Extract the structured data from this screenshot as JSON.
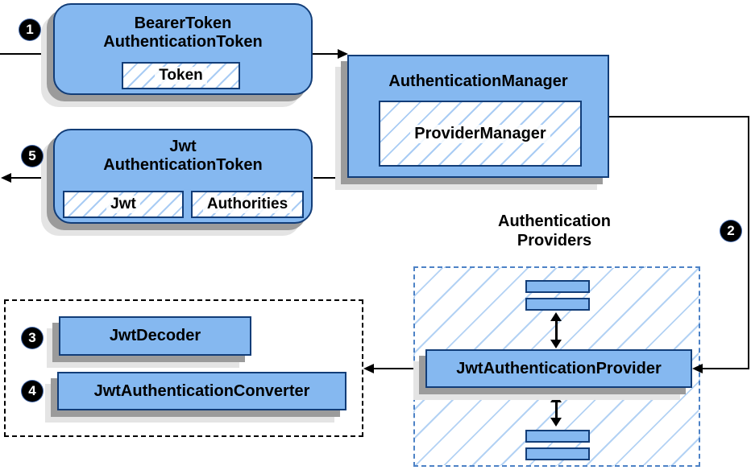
{
  "colors": {
    "background": "#FFFFFF",
    "node_fill": "#85B8F0",
    "node_border": "#123D78",
    "hatch_line": "#A9CCF4",
    "shadow_dark": "#9B9B9B",
    "shadow_light": "#E4E4E4",
    "providers_group_border": "#4D82C6",
    "decoders_group_border": "#000000",
    "connector": "#000000",
    "badge_background": "#000000",
    "badge_text": "#FFFFFF"
  },
  "nodes": {
    "bearer_token": {
      "title_line1": "BearerToken",
      "title_line2": "AuthenticationToken",
      "token_chip": "Token"
    },
    "authentication_manager": {
      "title": "AuthenticationManager",
      "provider_manager_chip": "ProviderManager"
    },
    "jwt_authentication_token": {
      "title_line1": "Jwt",
      "title_line2": "AuthenticationToken",
      "jwt_chip": "Jwt",
      "authorities_chip": "Authorities"
    },
    "jwt_authentication_provider": {
      "title": "JwtAuthenticationProvider"
    },
    "jwt_decoder": {
      "title": "JwtDecoder"
    },
    "jwt_authentication_converter": {
      "title": "JwtAuthenticationConverter"
    }
  },
  "groups": {
    "authentication_providers": {
      "label_line1": "Authentication",
      "label_line2": "Providers"
    }
  },
  "steps": {
    "s1": "1",
    "s2": "2",
    "s3": "3",
    "s4": "4",
    "s5": "5"
  }
}
